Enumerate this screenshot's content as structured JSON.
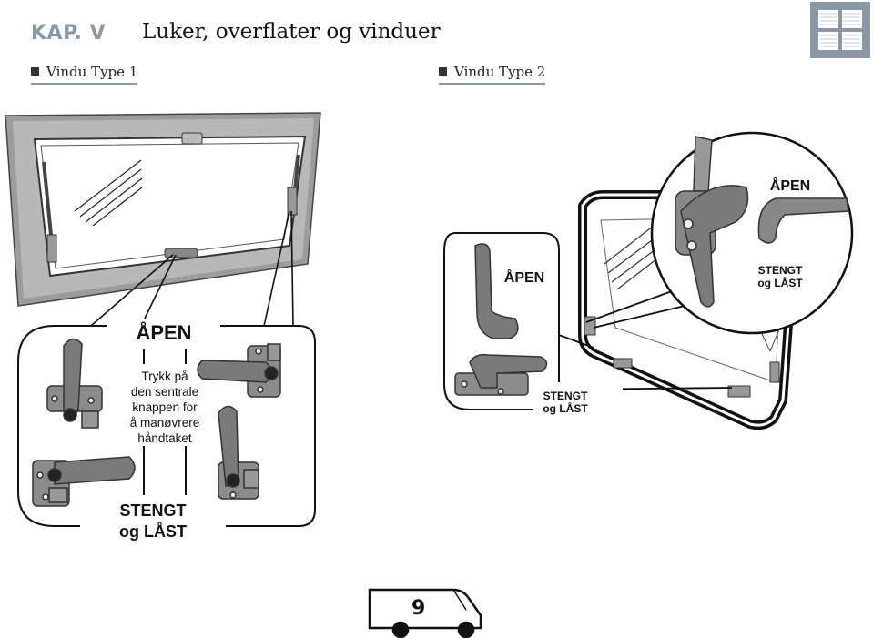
{
  "header": {
    "chapter": "KAP. V",
    "title": "Luker, overflater og vinduer"
  },
  "sections": {
    "left": "Vindu Type 1",
    "right": "Vindu Type 2"
  },
  "type1": {
    "open_label": "ÅPEN",
    "instruction": [
      "Trykk på",
      "den sentrale",
      "knappen for",
      "å manøvrere",
      "håndtaket"
    ],
    "closed_label_line1": "STENGT",
    "closed_label_line2": "og LÅST"
  },
  "type2": {
    "open_label_left": "ÅPEN",
    "open_label_zoom": "ÅPEN",
    "closed_zoom_line1": "STENGT",
    "closed_zoom_line2": "og LÅST",
    "closed_bottom_line1": "STENGT",
    "closed_bottom_line2": "og LÅST"
  },
  "footer": {
    "page_number": "9"
  },
  "colors": {
    "accent": "#8a97a6",
    "handle": "#777777",
    "frame": "#9a9a9a"
  }
}
